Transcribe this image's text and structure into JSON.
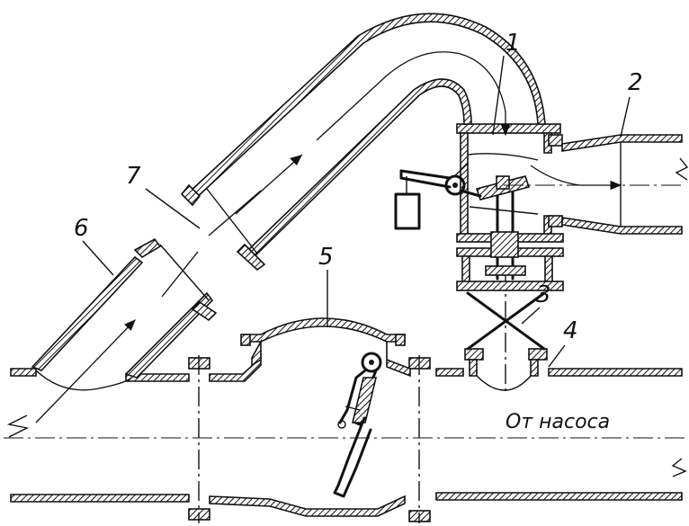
{
  "labels": {
    "l1": "1",
    "l2": "2",
    "l3": "3",
    "l4": "4",
    "l5": "5",
    "l6": "6",
    "l7": "7"
  },
  "caption": "От насоса"
}
